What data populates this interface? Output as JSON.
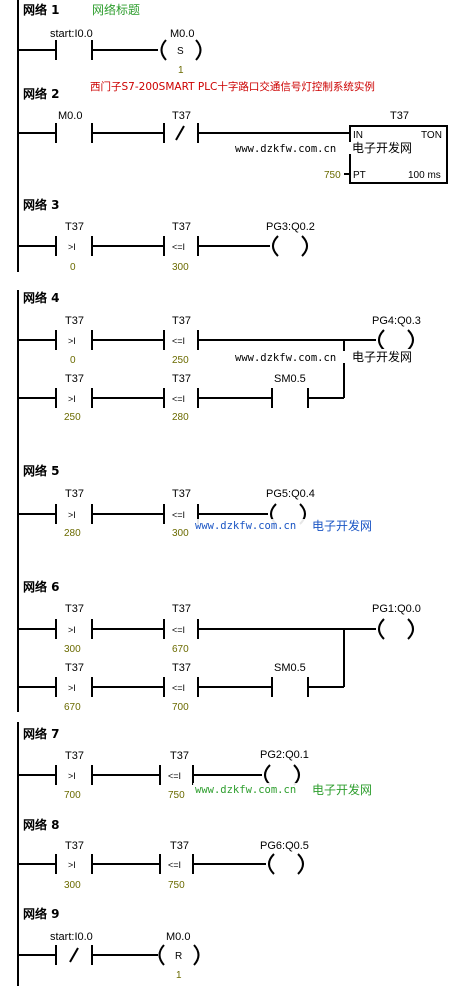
{
  "title_comment": "网络标题",
  "wm_title": "西门子S7-200SMART PLC十字路口交通信号灯控制系统实例",
  "wm_url": "www.dzkfw.com.cn",
  "wm_name": "电子开发网",
  "networks": [
    {
      "label": "网络 1",
      "elements": [
        {
          "kind": "contact",
          "type": "NO",
          "name": "start:I0.0"
        },
        {
          "kind": "coil",
          "type": "S",
          "name": "M0.0",
          "param": "1"
        }
      ]
    },
    {
      "label": "网络 2",
      "elements": [
        {
          "kind": "contact",
          "type": "NO",
          "name": "M0.0"
        },
        {
          "kind": "contact",
          "type": "NOT",
          "name": "T37"
        },
        {
          "kind": "timer",
          "name": "T37",
          "type": "TON",
          "in": "IN",
          "pt_label": "PT",
          "pt": "750",
          "base": "100 ms"
        }
      ]
    },
    {
      "label": "网络 3",
      "elements": [
        {
          "kind": "compare",
          "op": ">I",
          "name": "T37",
          "value": "0"
        },
        {
          "kind": "compare",
          "op": "<=I",
          "name": "T37",
          "value": "300"
        },
        {
          "kind": "coil",
          "name": "PG3:Q0.2"
        }
      ]
    },
    {
      "label": "网络 4",
      "elements": [
        {
          "kind": "compare",
          "op": ">I",
          "name": "T37",
          "value": "0"
        },
        {
          "kind": "compare",
          "op": "<=I",
          "name": "T37",
          "value": "250"
        },
        {
          "kind": "coil",
          "name": "PG4:Q0.3"
        }
      ],
      "branch": [
        {
          "kind": "compare",
          "op": ">I",
          "name": "T37",
          "value": "250"
        },
        {
          "kind": "compare",
          "op": "<=I",
          "name": "T37",
          "value": "280"
        },
        {
          "kind": "contact",
          "type": "NO",
          "name": "SM0.5"
        }
      ]
    },
    {
      "label": "网络 5",
      "elements": [
        {
          "kind": "compare",
          "op": ">I",
          "name": "T37",
          "value": "280"
        },
        {
          "kind": "compare",
          "op": "<=I",
          "name": "T37",
          "value": "300"
        },
        {
          "kind": "coil",
          "name": "PG5:Q0.4"
        }
      ]
    },
    {
      "label": "网络 6",
      "elements": [
        {
          "kind": "compare",
          "op": ">I",
          "name": "T37",
          "value": "300"
        },
        {
          "kind": "compare",
          "op": "<=I",
          "name": "T37",
          "value": "670"
        },
        {
          "kind": "coil",
          "name": "PG1:Q0.0"
        }
      ],
      "branch": [
        {
          "kind": "compare",
          "op": ">I",
          "name": "T37",
          "value": "670"
        },
        {
          "kind": "compare",
          "op": "<=I",
          "name": "T37",
          "value": "700"
        },
        {
          "kind": "contact",
          "type": "NO",
          "name": "SM0.5"
        }
      ]
    },
    {
      "label": "网络 7",
      "elements": [
        {
          "kind": "compare",
          "op": ">I",
          "name": "T37",
          "value": "700"
        },
        {
          "kind": "compare",
          "op": "<=I",
          "name": "T37",
          "value": "750"
        },
        {
          "kind": "coil",
          "name": "PG2:Q0.1"
        }
      ]
    },
    {
      "label": "网络 8",
      "elements": [
        {
          "kind": "compare",
          "op": ">I",
          "name": "T37",
          "value": "300"
        },
        {
          "kind": "compare",
          "op": "<=I",
          "name": "T37",
          "value": "750"
        },
        {
          "kind": "coil",
          "name": "PG6:Q0.5"
        }
      ]
    },
    {
      "label": "网络 9",
      "elements": [
        {
          "kind": "contact",
          "type": "NOT",
          "name": "start:I0.0"
        },
        {
          "kind": "coil",
          "type": "R",
          "name": "M0.0",
          "param": "1"
        }
      ]
    }
  ]
}
